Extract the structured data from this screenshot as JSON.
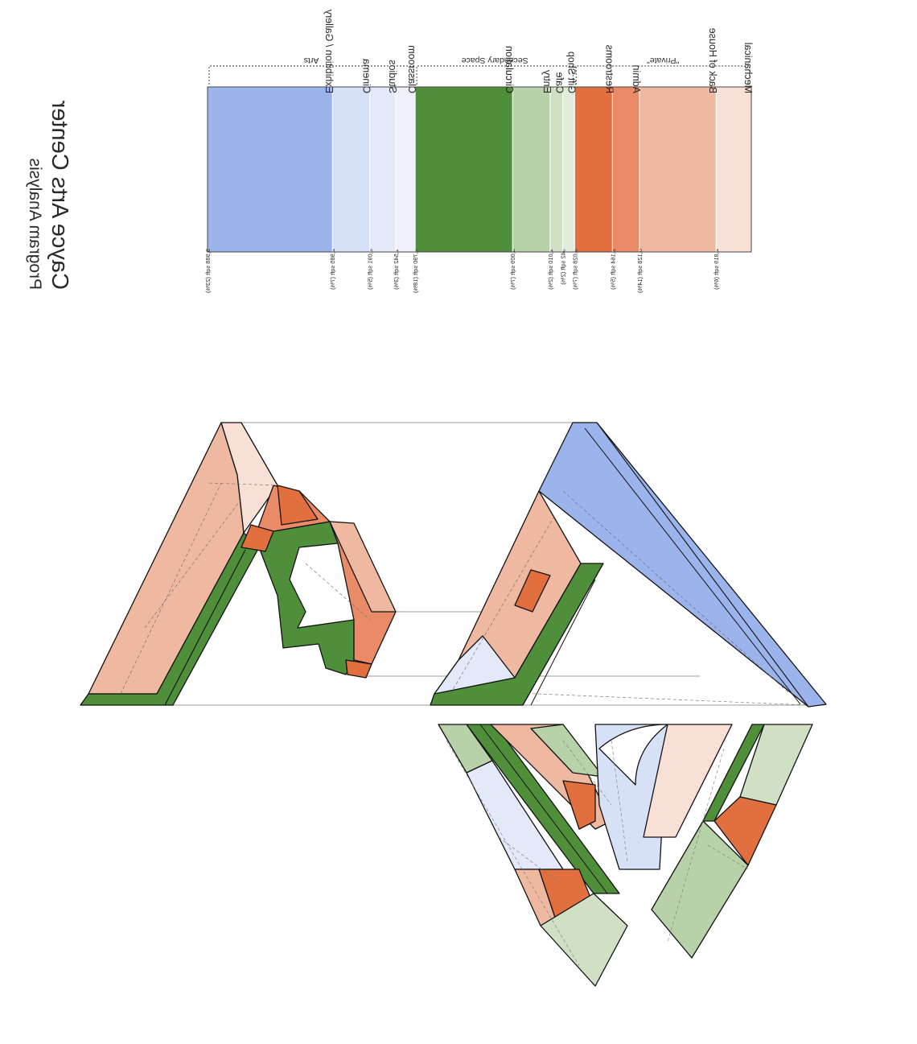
{
  "title": "Cayce Arts Center",
  "subtitle": "Program Analysis",
  "groups": [
    {
      "label": "\"Private\"",
      "color": "#e2703f"
    },
    {
      "label": "Secondary Space",
      "color": "#4f8f3a"
    },
    {
      "label": "Arts",
      "color": "#9cb4ec"
    }
  ],
  "program": [
    {
      "name": "Mechanical",
      "area": "2,819 sqft (6%)",
      "group": "\"Private\"",
      "color": "#f8e0d6"
    },
    {
      "name": "Back of House",
      "area": "6,128 sqft (14%)",
      "group": "\"Private\"",
      "color": "#efb9a1"
    },
    {
      "name": "Admin",
      "area": "2,164 sqft (5%)",
      "group": "\"Private\"",
      "color": "#e98b66"
    },
    {
      "name": "Restrooms",
      "area": "3,028 sqft (7%)",
      "group": "\"Private\"",
      "color": "#e2703f"
    },
    {
      "name": "Gift Shop",
      "area": "942 sqft (2%)",
      "group": "Secondary Space",
      "color": "#e2ecdc"
    },
    {
      "name": "Cafe",
      "area": "1,010 sqft (2%)",
      "group": "Secondary Space",
      "color": "#cfe0c5"
    },
    {
      "name": "Entry",
      "area": "3,009 sqft (7%)",
      "group": "Secondary Space",
      "color": "#b7d2a8"
    },
    {
      "name": "Circulation",
      "area": "7,790 sqft (18%)",
      "group": "Secondary Space",
      "color": "#4f8f3a"
    },
    {
      "name": "Classroom",
      "area": "1,542 sqft (3%)",
      "group": "Arts",
      "color": "#eef1fb"
    },
    {
      "name": "Studios",
      "area": "2,091 sqft (5%)",
      "group": "Arts",
      "color": "#e4e9f9"
    },
    {
      "name": "Cinema",
      "area": "2,985 sqft (7%)",
      "group": "Arts",
      "color": "#d6e0f7"
    },
    {
      "name": "Exhibition / Gallery",
      "area": "9,988 sqft (23%)",
      "group": "Arts",
      "color": "#9cb4ec"
    }
  ]
}
